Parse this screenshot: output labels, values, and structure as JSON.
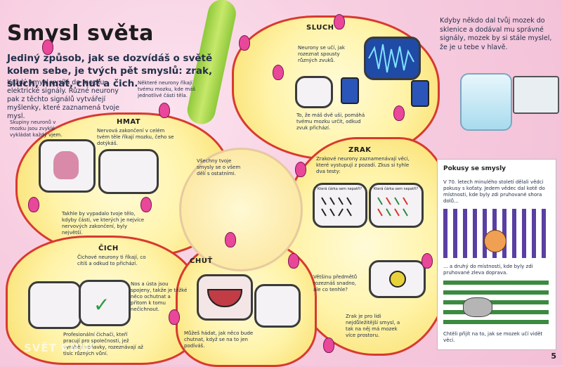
{
  "page": {
    "title": "Smysl světa",
    "intro": "Jediný způsob, jak se dozvídáš o světě kolem sebe, je tvých pět smyslů: zrak, sluch, hmat, chuť a čich.",
    "para": "Každý smysl vysílá do mozku elektrické signály. Různé neurony pak z těchto signálů vytvářejí myšlenky, které zaznamená tvoje mysl.",
    "page_number": "5",
    "watermark": "SVĚT KNIH"
  },
  "top_right": {
    "text": "Kdyby někdo dal tvůj mozek do sklenice a dodával mu správné signály, mozek by si stále myslel, že je u tebe v hlavě."
  },
  "labels": {
    "nerve_neurons": "Skupiny neuronů v mozku jsou zvyklé vykládat každý vjem.",
    "some_neurons": "Některé neurony říkají tvému mozku, kde máš jednotlivé části těla.",
    "all_senses": "Všechny tvoje smysly se o všem dělí s ostatními.",
    "nose_mouth": "Nos a ústa jsou spojeny, takže je těžké něco ochutnat a přitom k tomu nečichnout.",
    "taste_dream": "Můžeš hádat, jak něco bude chutnat, když se na to jen podíváš."
  },
  "sluch": {
    "heading": "SLUCH",
    "text1": "Neurony se učí, jak rozeznat spousty různých zvuků.",
    "text2": "To, že máš dvě uši, pomáhá tvému mozku určit, odkud zvuk přichází."
  },
  "hmat": {
    "heading": "HMAT",
    "text1": "Nervová zakončení v celém tvém těle říkají mozku, čeho se dotýkáš.",
    "text2": "Takhle by vypadalo tvoje tělo, kdyby části, ve kterých je nejvíce nervových zakončení, byly největší."
  },
  "zrak": {
    "heading": "ZRAK",
    "text1": "Zrakové neurony zaznamenávají věci, které vystupují z pozadí. Zkus si tyhle dva testy:",
    "test1": "Která čárka sem nepatří?",
    "test2": "Která čárka sem nepatří?",
    "text2": "Většinu předmětů rozeznáš snadno, ale co tenhle?",
    "text3": "Zrak je pro lidi nejdůležitější smysl, a tak na něj má mozek více prostoru."
  },
  "cich": {
    "heading": "ČICH",
    "text1": "Čichové neurony ti říkají, co cítíš a odkud to přichází.",
    "text2": "Profesionální čichači, kteří pracují pro společnosti, jež vyrábějí voňavky, rozeznávají až tisíc různých vůní."
  },
  "chut": {
    "heading": "CHUŤ"
  },
  "panel": {
    "heading": "Pokusy se smysly",
    "text1": "V 70. letech minulého století dělali vědci pokusy s koťaty. Jedem vědec dal kotě do místnosti, kde byly zdi pruhované shora dolů...",
    "text2": "... a druhý do místnosti, kde byly zdi pruhované zleva doprava.",
    "text3": "Chtěli přijít na to, jak se mozek učí vidět věci."
  }
}
